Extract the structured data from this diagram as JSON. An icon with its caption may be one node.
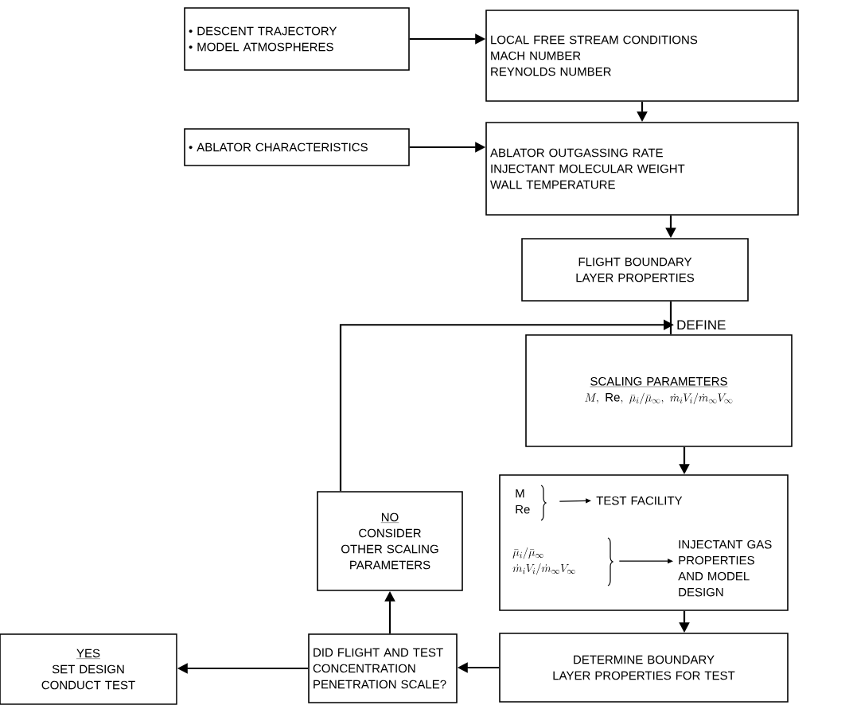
{
  "diagram": {
    "nodes": [
      {
        "text": [
          "• DESCENT TRAJECTORY",
          "• MODEL ATMOSPHERES"
        ]
      },
      {
        "text": [
          "LOCAL FREE STREAM CONDITIONS",
          "MACH NUMBER",
          "REYNOLDS NUMBER"
        ]
      },
      {
        "text": [
          "• ABLATOR CHARACTERISTICS"
        ]
      },
      {
        "text": [
          "ABLATOR OUTGASSING RATE",
          "INJECTANT MOLECULAR WEIGHT",
          "WALL TEMPERATURE"
        ]
      },
      {
        "text": [
          "FLIGHT BOUNDARY LAYER PROPERTIES"
        ]
      },
      {
        "text": [
          "SCALING PARAMETERS",
          "M,\\ \\mathrm{Re},\\ \\bar{\\mu}_i/\\bar{\\mu}_\\infty,\\ \\dot{m}_i V_i/\\dot{m}_\\infty V_\\infty"
        ],
        "beside": [
          "DEFINE"
        ]
      },
      {
        "text": [],
        "shape": "box"
      },
      {
        "text": [
          "M",
          "Re"
        ],
        "in": 6
      },
      {
        "text": [
          "TEST FACILITY"
        ],
        "in": 6
      },
      {
        "text": [
          "\\bar{\\mu}_i/\\bar{\\mu}_\\infty",
          "\\dot{m}_i V_i/\\dot{m}_\\infty V_\\infty"
        ],
        "in": 6
      },
      {
        "text": [
          "INJECTANT GAS PROPERTIES AND MODEL DESIGN"
        ],
        "in": 6
      },
      {
        "text": [
          "DETERMINE BOUNDARY LAYER PROPERTIES FOR TEST"
        ]
      },
      {
        "text": [
          "DID FLIGHT AND TEST CONCENTRATION PENETRATION SCALE?"
        ]
      },
      {
        "text": [
          "NO",
          "CONSIDER OTHER SCALING PARAMETERS"
        ]
      },
      {
        "text": [
          "YES",
          "SET DESIGN CONDUCT TEST"
        ]
      }
    ],
    "edges": [
      {
        "from": 0,
        "to": 1,
        "arrow": "to"
      },
      {
        "from": 1,
        "to": 3,
        "arrow": "to"
      },
      {
        "from": 2,
        "to": 3,
        "arrow": "to"
      },
      {
        "from": 3,
        "to": 4,
        "arrow": "to"
      },
      {
        "from": 4,
        "to": 5,
        "arrow": "none"
      },
      {
        "from": 5,
        "to": 6,
        "arrow": "to"
      },
      {
        "from": 7,
        "to": 8,
        "arrow": "to"
      },
      {
        "from": 9,
        "to": 10,
        "arrow": "to"
      },
      {
        "from": 6,
        "to": 11,
        "arrow": "to"
      },
      {
        "from": 11,
        "to": 12,
        "arrow": "to"
      },
      {
        "from": 12,
        "to": 13,
        "arrow": "to"
      },
      {
        "from": 12,
        "to": 14,
        "arrow": "to"
      },
      {
        "from": 13,
        "to": 5,
        "arrow": "to"
      }
    ]
  }
}
